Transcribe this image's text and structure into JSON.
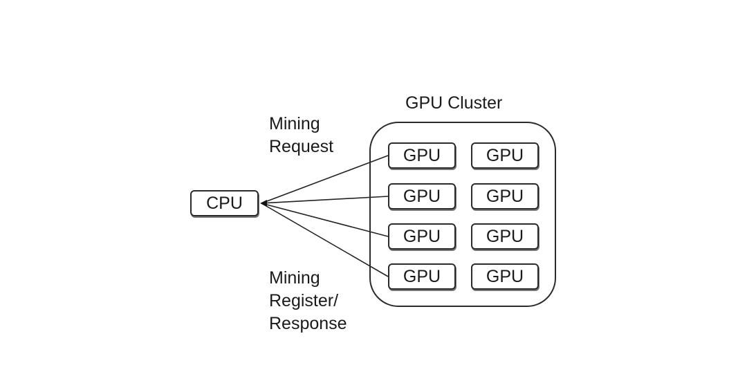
{
  "cluster": {
    "title": "GPU Cluster",
    "gpus": [
      "GPU",
      "GPU",
      "GPU",
      "GPU",
      "GPU",
      "GPU",
      "GPU",
      "GPU"
    ]
  },
  "cpu": {
    "label": "CPU"
  },
  "edges": {
    "request_label": [
      "Mining",
      "Request"
    ],
    "response_label": [
      "Mining",
      "Register/",
      "Response"
    ]
  }
}
